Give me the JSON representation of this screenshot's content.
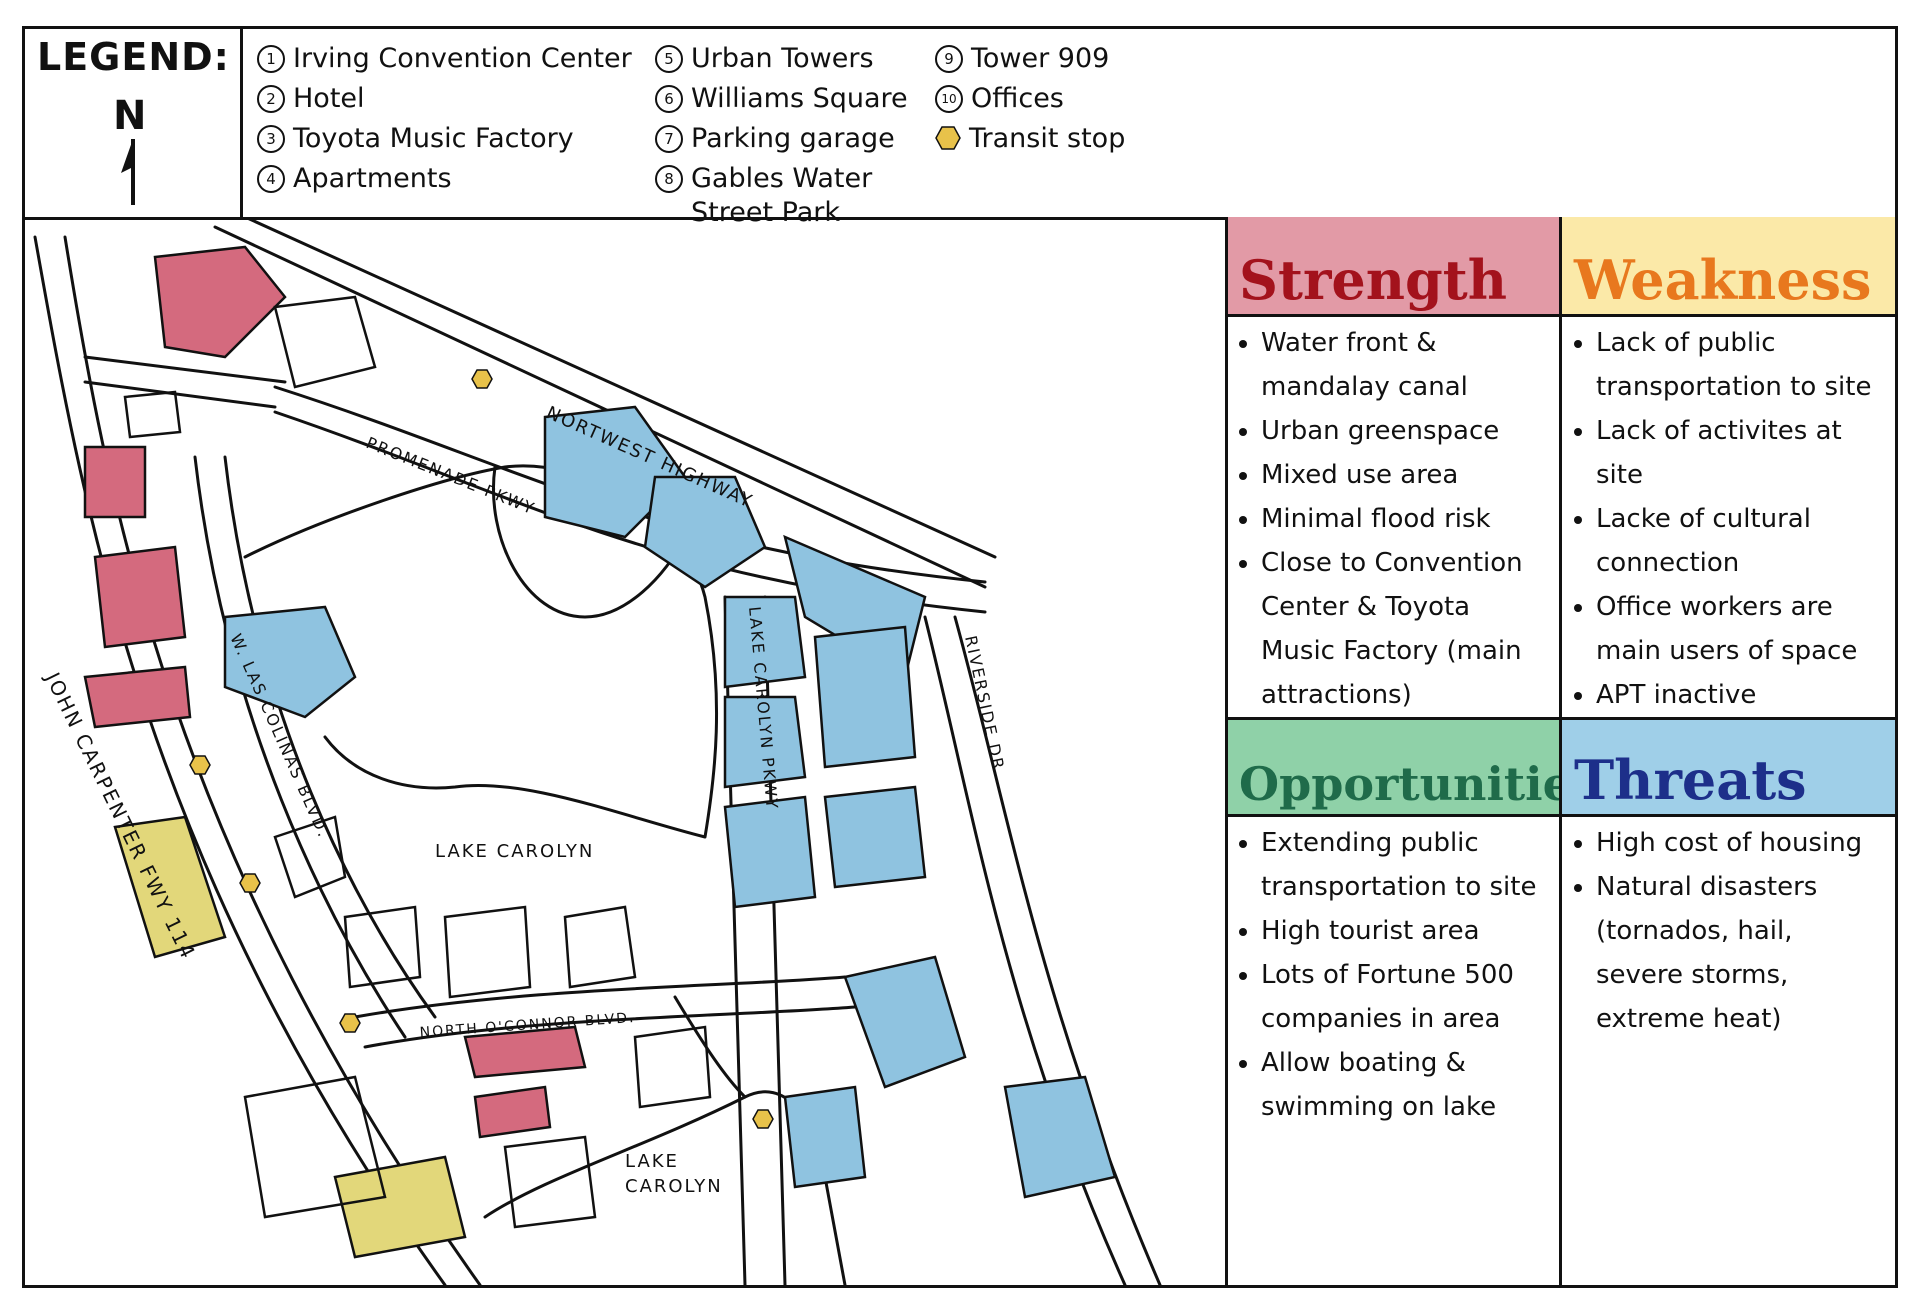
{
  "legend": {
    "title": "LEGEND:",
    "north": "N",
    "columns": [
      [
        {
          "num": "1",
          "label": "Irving Convention Center"
        },
        {
          "num": "2",
          "label": "Hotel"
        },
        {
          "num": "3",
          "label": "Toyota Music Factory"
        },
        {
          "num": "4",
          "label": "Apartments"
        }
      ],
      [
        {
          "num": "5",
          "label": "Urban Towers"
        },
        {
          "num": "6",
          "label": "Williams Square"
        },
        {
          "num": "7",
          "label": "Parking garage"
        },
        {
          "num": "8",
          "label": "Gables Water Street Park"
        }
      ],
      [
        {
          "num": "9",
          "label": "Tower 909"
        },
        {
          "num": "10",
          "label": "Offices"
        },
        {
          "num": "",
          "label": "Transit stop",
          "icon": "transit-stop-icon"
        }
      ]
    ]
  },
  "map": {
    "roads": {
      "northwest_hwy": "NORTWEST HIGHWAY",
      "promenade": "PROMENADE PKWY",
      "las_colinas": "W. LAS COLINAS BLVD.",
      "lake_carolyn_pkwy": "LAKE CAROLYN PKWY",
      "riverside": "RIVERSIDE DR.",
      "oconnor": "NORTH O'CONNOR BLVD.",
      "john_carpenter": "JOHN CARPENTER FWY 114"
    },
    "lakes": {
      "upper": "LAKE CAROLYN",
      "lower_1": "LAKE",
      "lower_2": "CAROLYN"
    }
  },
  "swot": {
    "strength": {
      "title": "Strength",
      "items": [
        "Water front & mandalay canal",
        "Urban greenspace",
        "Mixed use area",
        "Minimal flood risk",
        "Close to Convention Center & Toyota Music Factory (main attractions)"
      ]
    },
    "weakness": {
      "title": "Weakness",
      "items": [
        "Lack of public transportation to site",
        "Lack of activites at site",
        "Lacke of cultural connection",
        "Office workers are main users of space",
        "APT inactive"
      ]
    },
    "opportunities": {
      "title": "Opportunities",
      "items": [
        "Extending public transportation to site",
        "High tourist area",
        "Lots of Fortune 500 companies in area",
        "Allow boating & swimming on lake"
      ]
    },
    "threats": {
      "title": "Threats",
      "items": [
        "High cost of housing",
        "Natural disasters (tornados, hail, severe storms, extreme heat)"
      ]
    }
  },
  "colors": {
    "hotel_red": "#d46a7e",
    "apartment_blue": "#8fc3e0",
    "office_yellow": "#e2d77a",
    "transit_gold": "#e8c24a",
    "strength_text": "#a3121c",
    "strength_band": "#e29aa6",
    "weakness_text": "#e8781e",
    "weakness_band": "#fbe9a8",
    "opp_text": "#1f6b4a",
    "opp_band": "#8fd1a8",
    "threats_text": "#1d2f8a",
    "threats_band": "#9fcfe8"
  }
}
